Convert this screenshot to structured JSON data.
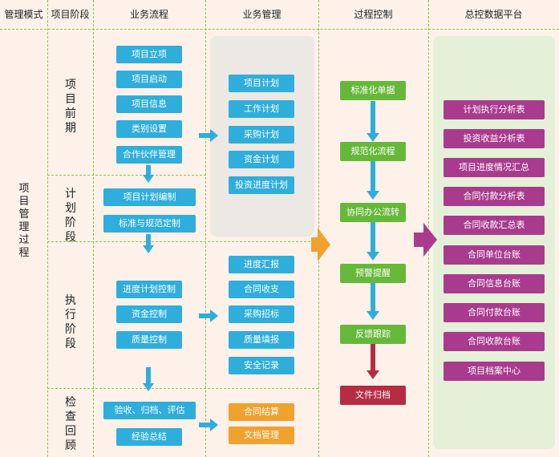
{
  "headers": {
    "col1": "管理模式",
    "col2": "项目阶段",
    "col3": "业务流程",
    "col4": "业务管理",
    "col5": "过程控制",
    "col6": "总控数据平台"
  },
  "mode_label": "项目管理过程",
  "stages": {
    "s1": "项目前期",
    "s2": "计划阶段",
    "s3": "执行阶段",
    "s4": "检查回顾"
  },
  "flow": {
    "initiation": [
      "项目立项",
      "项目启动",
      "项目信息",
      "类别设置",
      "合作伙伴管理"
    ],
    "planning": [
      "项目计划编制",
      "标准与规范定制"
    ],
    "execution": [
      "进度计划控制",
      "资金控制",
      "质量控制"
    ],
    "review": [
      "验收、归档、评估",
      "经验总结"
    ]
  },
  "management": {
    "group1": [
      "项目计划",
      "工作计划",
      "采购计划",
      "资金计划",
      "投资进度计划"
    ],
    "group2": [
      "进度汇报",
      "合同收支",
      "采购招标",
      "质量填报",
      "安全记录"
    ],
    "group3": [
      "合同结算",
      "文档管理"
    ]
  },
  "process": [
    "标准化单据",
    "规范化流程",
    "协同办公流转",
    "预警提醒",
    "反馈跟踪",
    "文件归档"
  ],
  "platform": [
    "计划执行分析表",
    "投资收益分析表",
    "项目进度情况汇总",
    "合同付款分析表",
    "合同收款汇总表",
    "合同单位台账",
    "合同信息台账",
    "合同付款台账",
    "合同收款台账",
    "项目档案中心"
  ],
  "colors": {
    "background": "#fdf1ea",
    "dashed_line": "#8cc63f",
    "blue_box": "#2faedb",
    "green_box": "#66b83a",
    "orange_box": "#f0a12e",
    "red_box": "#b72b43",
    "purple_box": "#a93b8e",
    "arrow_orange": "#f0a12e",
    "arrow_purple": "#a93b8e",
    "panel_gray": "#ece8e4",
    "panel_green": "#e4f0d8"
  }
}
